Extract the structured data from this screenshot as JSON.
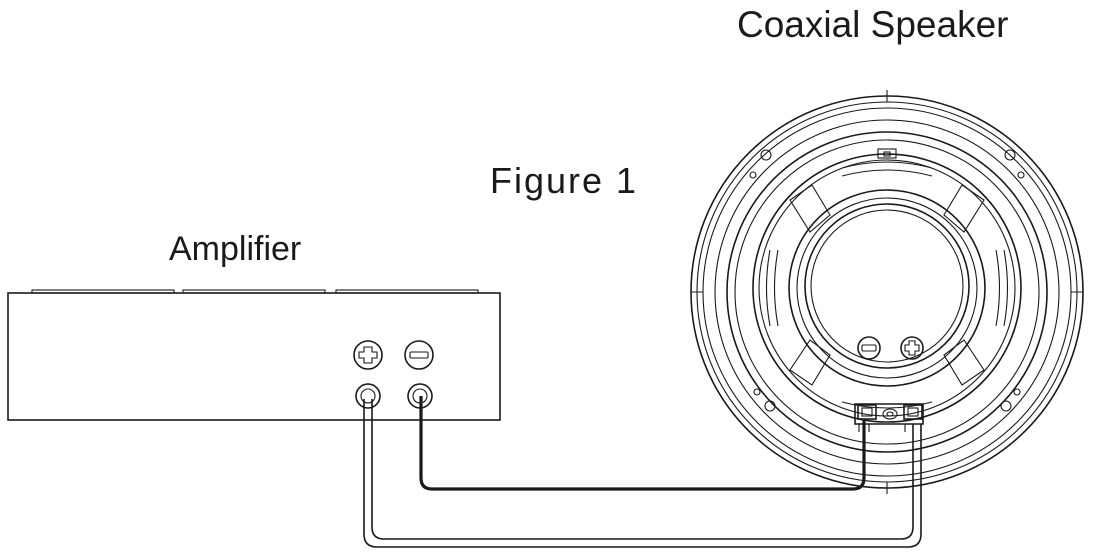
{
  "labels": {
    "speaker": "Coaxial Speaker",
    "figure": "Figure 1",
    "amplifier": "Amplifier"
  },
  "colors": {
    "line": "#1a1a1a",
    "background": "#ffffff"
  }
}
